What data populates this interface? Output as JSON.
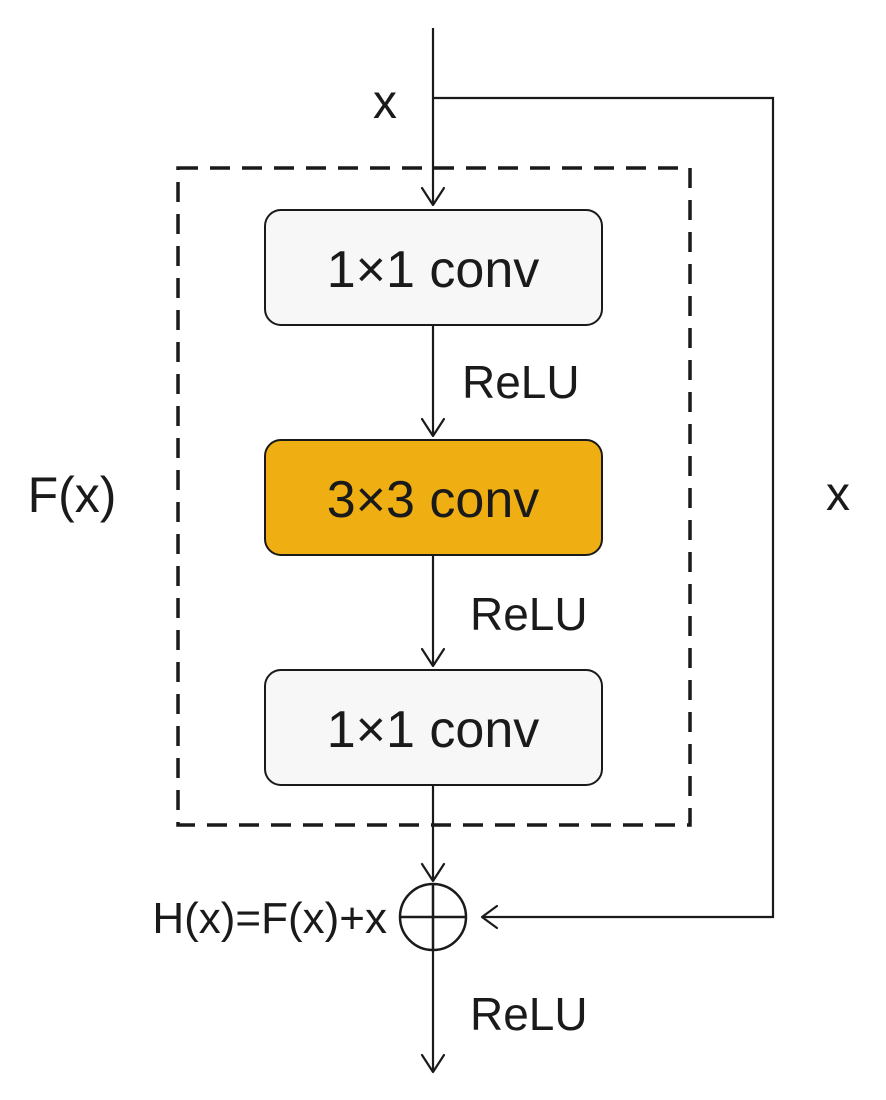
{
  "input_label": "x",
  "shortcut_label": "x",
  "block_label": "F(x)",
  "layers": [
    {
      "label": "1×1 conv",
      "fill": "#f7f7f7"
    },
    {
      "label": "3×3 conv",
      "fill": "#efaf12"
    },
    {
      "label": "1×1 conv",
      "fill": "#f7f7f7"
    }
  ],
  "activations": [
    "ReLU",
    "ReLU"
  ],
  "sum_label": "H(x)=F(x)+x",
  "output_activation": "ReLU",
  "colors": {
    "stroke": "#1a1a1a",
    "highlight": "#efaf12",
    "box": "#f7f7f7"
  }
}
